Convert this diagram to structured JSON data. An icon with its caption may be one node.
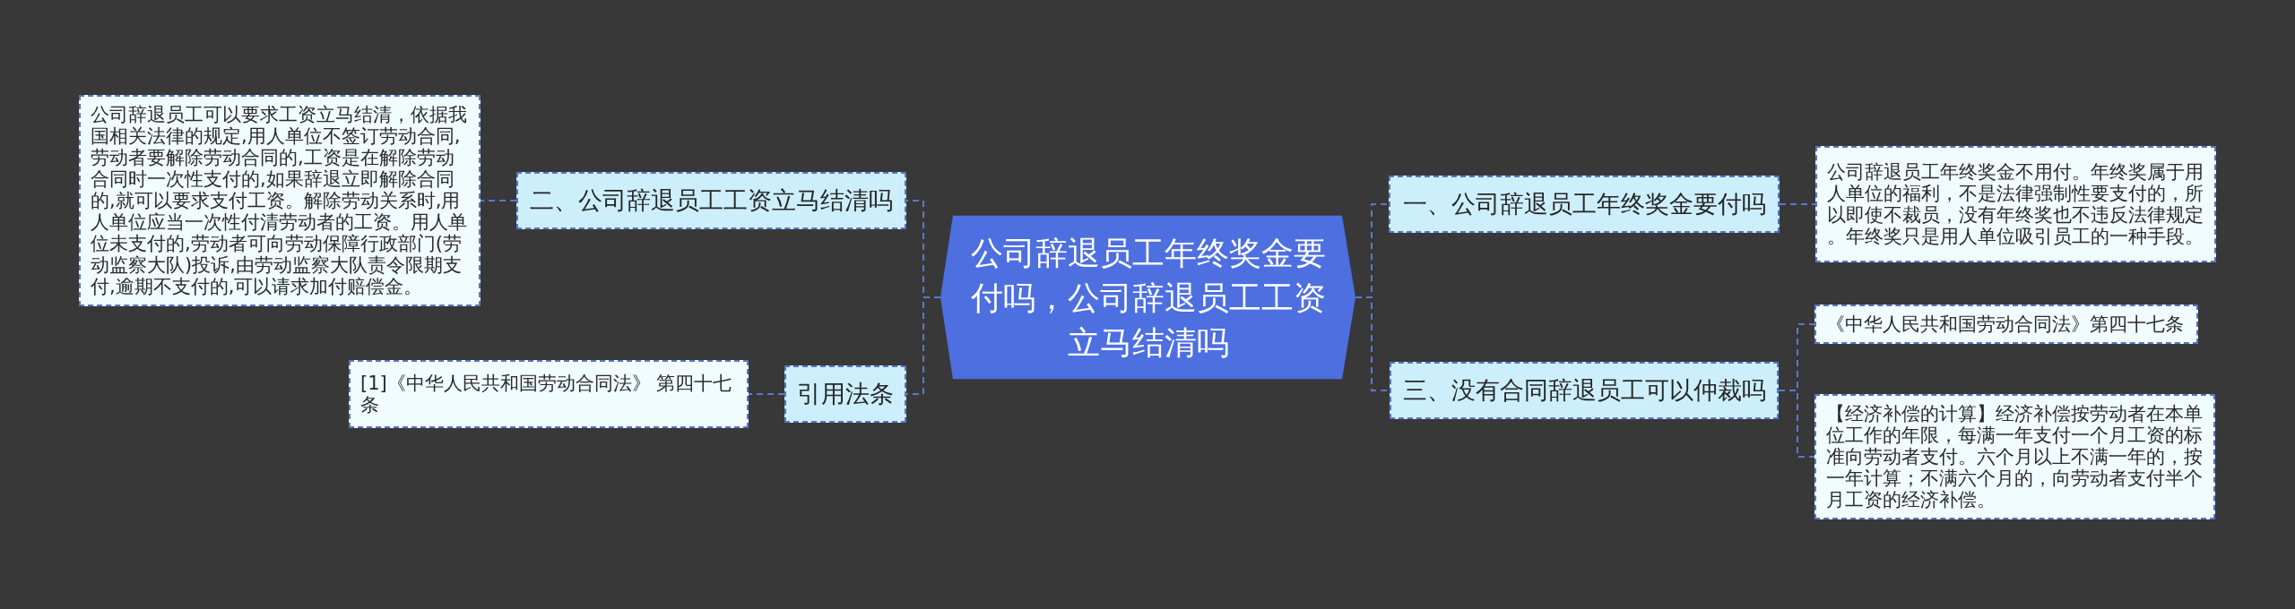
{
  "diagram": {
    "nodes": [
      {
        "text": [
          "公司辞退员工年终奖金要付吗，公司辞退员工工资立马结清吗"
        ]
      },
      {
        "text": [
          "二、公司辞退员工工资立马结清吗"
        ]
      },
      {
        "text": [
          "公司辞退员工可以要求工资立马结清，依据我国相关法律的规定,用人单位不签订劳动合同,劳动者要解除劳动合同的,工资是在解除劳动合同时一次性支付的,如果辞退立即解除合同的,就可以要求支付工资。解除劳动关系时,用人单位应当一次性付清劳动者的工资。用人单位未支付的,劳动者可向劳动保障行政部门(劳动监察大队)投诉,由劳动监察大队责令限期支付,逾期不支付的,可以请求加付赔偿金。"
        ]
      },
      {
        "text": [
          "引用法条"
        ]
      },
      {
        "text": [
          "[1]《中华人民共和国劳动合同法》 第四十七条"
        ]
      },
      {
        "text": [
          "一、公司辞退员工年终奖金要付吗"
        ]
      },
      {
        "text": [
          "公司辞退员工年终奖金不用付。年终奖属于用人单位的福利，不是法律强制性要支付的，所以即使不裁员，没有年终奖也不违反法律规定。年终奖只是用人单位吸引员工的一种手段。"
        ]
      },
      {
        "text": [
          "三、没有合同辞退员工可以仲裁吗"
        ]
      },
      {
        "text": [
          "《中华人民共和国劳动合同法》第四十七条"
        ]
      },
      {
        "text": [
          "【经济补偿的计算】经济补偿按劳动者在本单位工作的年限，每满一年支付一个月工资的标准向劳动者支付。六个月以上不满一年的，按一年计算；不满六个月的，向劳动者支付半个月工资的经济补偿。"
        ]
      }
    ],
    "edges": [
      {
        "from": 0,
        "to": 1,
        "arrow": "none"
      },
      {
        "from": 1,
        "to": 2,
        "arrow": "none"
      },
      {
        "from": 0,
        "to": 3,
        "arrow": "none"
      },
      {
        "from": 3,
        "to": 4,
        "arrow": "none"
      },
      {
        "from": 0,
        "to": 5,
        "arrow": "none"
      },
      {
        "from": 5,
        "to": 6,
        "arrow": "none"
      },
      {
        "from": 0,
        "to": 7,
        "arrow": "none"
      },
      {
        "from": 7,
        "to": 8,
        "arrow": "none"
      },
      {
        "from": 7,
        "to": 9,
        "arrow": "none"
      }
    ]
  }
}
